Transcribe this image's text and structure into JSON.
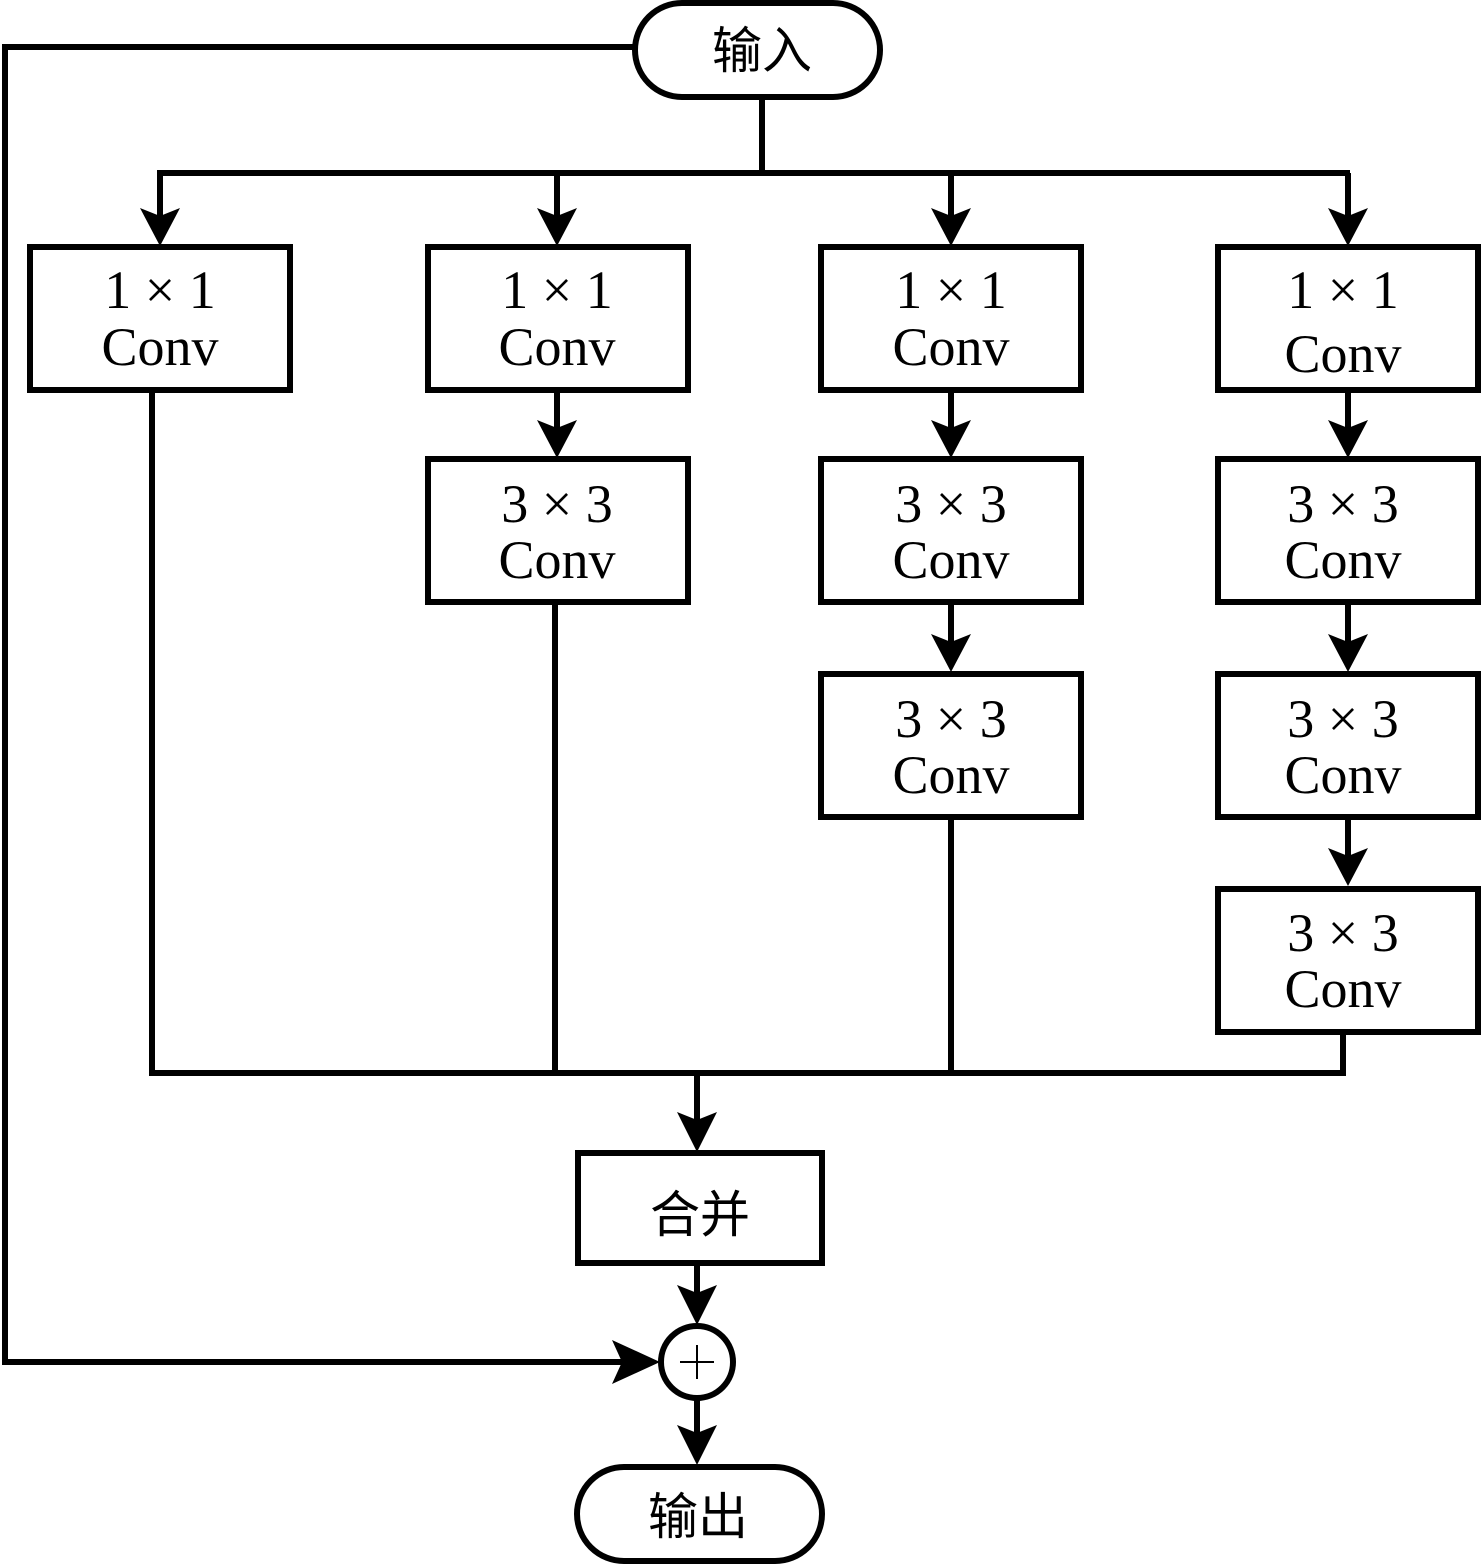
{
  "diagram": {
    "input_label": "输入",
    "output_label": "输出",
    "merge_label": "合并",
    "add_symbol": "+",
    "branches": [
      {
        "blocks": [
          {
            "line1": "1 × 1",
            "line2": "Conv"
          }
        ]
      },
      {
        "blocks": [
          {
            "line1": "1 × 1",
            "line2": "Conv"
          },
          {
            "line1": "3 × 3",
            "line2": "Conv"
          }
        ]
      },
      {
        "blocks": [
          {
            "line1": "1 × 1",
            "line2": "Conv"
          },
          {
            "line1": "3 × 3",
            "line2": "Conv"
          },
          {
            "line1": "3 × 3",
            "line2": "Conv"
          }
        ]
      },
      {
        "blocks": [
          {
            "line1": "1 × 1",
            "line2": "Conv"
          },
          {
            "line1": "3 × 3",
            "line2": "Conv"
          },
          {
            "line1": "3 × 3",
            "line2": "Conv"
          },
          {
            "line1": "3 × 3",
            "line2": "Conv"
          }
        ]
      }
    ]
  }
}
